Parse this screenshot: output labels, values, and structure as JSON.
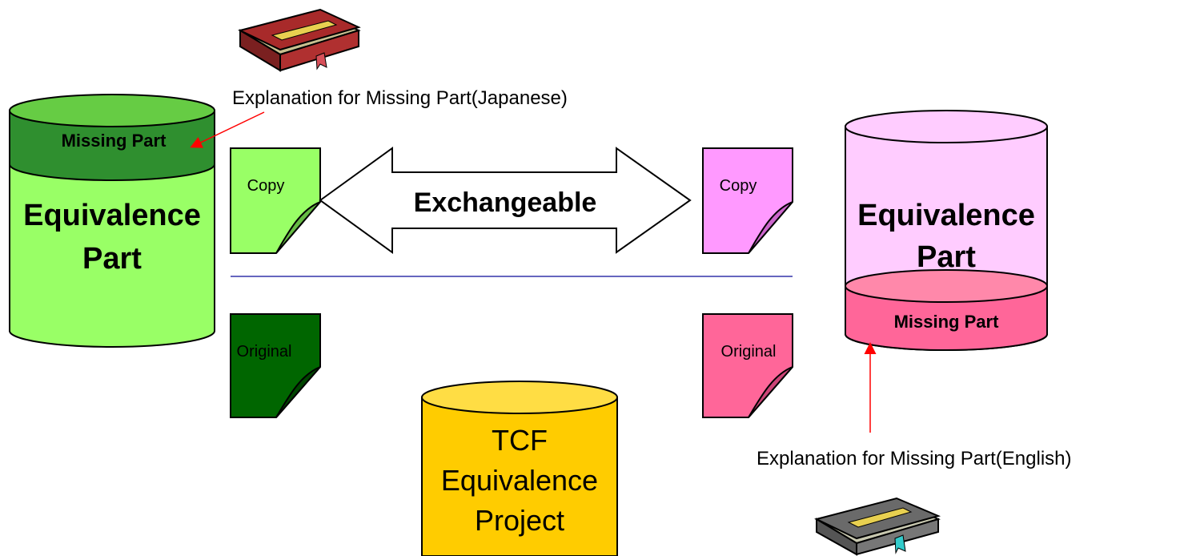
{
  "left_db": {
    "missing_label": "Missing Part",
    "main_line1": "Equivalence",
    "main_line2": "Part",
    "colors": {
      "missing": "#2f8f2f",
      "main": "#99ff66"
    }
  },
  "right_db": {
    "main_line1": "Equivalence",
    "main_line2": "Part",
    "missing_label": "Missing Part",
    "colors": {
      "main": "#ffccff",
      "missing": "#ff6699"
    }
  },
  "center_db": {
    "line1": "TCF",
    "line2": "Equivalence",
    "line3": "Project",
    "color": "#ffcc00"
  },
  "docs": {
    "left_copy": "Copy",
    "right_copy": "Copy",
    "left_original": "Original",
    "right_original": "Original"
  },
  "arrow_label": "Exchangeable",
  "explanations": {
    "japanese": "Explanation for Missing Part(Japanese)",
    "english": "Explanation for Missing Part(English)"
  },
  "icons": {
    "top_book": "red-book-icon",
    "bottom_book": "gray-book-icon"
  },
  "accent_colors": {
    "pointer_arrow": "#ff0000",
    "divider": "#3333aa"
  }
}
